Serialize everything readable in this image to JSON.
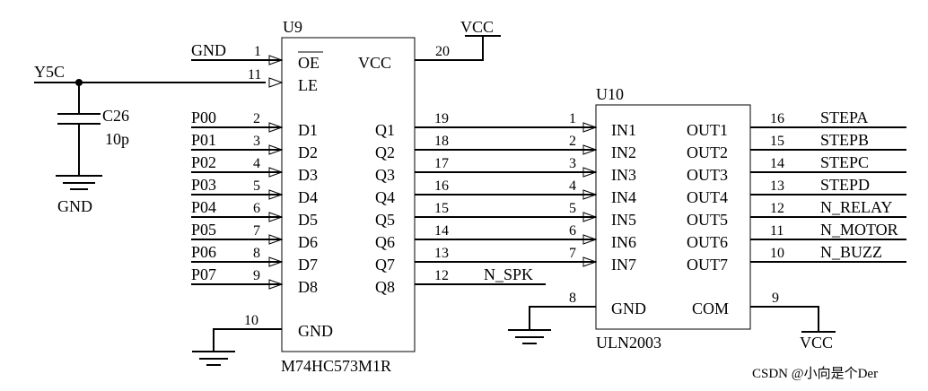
{
  "u9": {
    "ref": "U9",
    "part": "M74HC573M1R",
    "oe": "OE",
    "le": "LE",
    "vcc": "VCC",
    "gnd": "GND",
    "inputs": [
      {
        "net": "P00",
        "pin": "2",
        "name": "D1"
      },
      {
        "net": "P01",
        "pin": "3",
        "name": "D2"
      },
      {
        "net": "P02",
        "pin": "4",
        "name": "D3"
      },
      {
        "net": "P03",
        "pin": "5",
        "name": "D4"
      },
      {
        "net": "P04",
        "pin": "6",
        "name": "D5"
      },
      {
        "net": "P05",
        "pin": "7",
        "name": "D6"
      },
      {
        "net": "P06",
        "pin": "8",
        "name": "D7"
      },
      {
        "net": "P07",
        "pin": "9",
        "name": "D8"
      }
    ],
    "outputs": [
      {
        "name": "Q1",
        "pin": "19"
      },
      {
        "name": "Q2",
        "pin": "18"
      },
      {
        "name": "Q3",
        "pin": "17"
      },
      {
        "name": "Q4",
        "pin": "16"
      },
      {
        "name": "Q5",
        "pin": "15"
      },
      {
        "name": "Q6",
        "pin": "14"
      },
      {
        "name": "Q7",
        "pin": "13"
      },
      {
        "name": "Q8",
        "pin": "12"
      }
    ],
    "oe_pin": "1",
    "le_pin": "11",
    "vcc_pin": "20",
    "gnd_pin": "10",
    "gnd_net": "GND",
    "vcc_net": "VCC",
    "spk_net": "N_SPK"
  },
  "u10": {
    "ref": "U10",
    "part": "ULN2003",
    "gnd": "GND",
    "com": "COM",
    "inputs": [
      {
        "name": "IN1",
        "pin": "1"
      },
      {
        "name": "IN2",
        "pin": "2"
      },
      {
        "name": "IN3",
        "pin": "3"
      },
      {
        "name": "IN4",
        "pin": "4"
      },
      {
        "name": "IN5",
        "pin": "5"
      },
      {
        "name": "IN6",
        "pin": "6"
      },
      {
        "name": "IN7",
        "pin": "7"
      }
    ],
    "outputs": [
      {
        "name": "OUT1",
        "pin": "16",
        "net": "STEPA"
      },
      {
        "name": "OUT2",
        "pin": "15",
        "net": "STEPB"
      },
      {
        "name": "OUT3",
        "pin": "14",
        "net": "STEPC"
      },
      {
        "name": "OUT4",
        "pin": "13",
        "net": "STEPD"
      },
      {
        "name": "OUT5",
        "pin": "12",
        "net": "N_RELAY"
      },
      {
        "name": "OUT6",
        "pin": "11",
        "net": "N_MOTOR"
      },
      {
        "name": "OUT7",
        "pin": "10",
        "net": "N_BUZZ"
      }
    ],
    "gnd_pin": "8",
    "com_pin": "9",
    "com_net": "VCC"
  },
  "cap": {
    "ref": "C26",
    "value": "10p",
    "net": "Y5C",
    "gnd_net": "GND"
  },
  "watermark": "CSDN @小向是个Der"
}
